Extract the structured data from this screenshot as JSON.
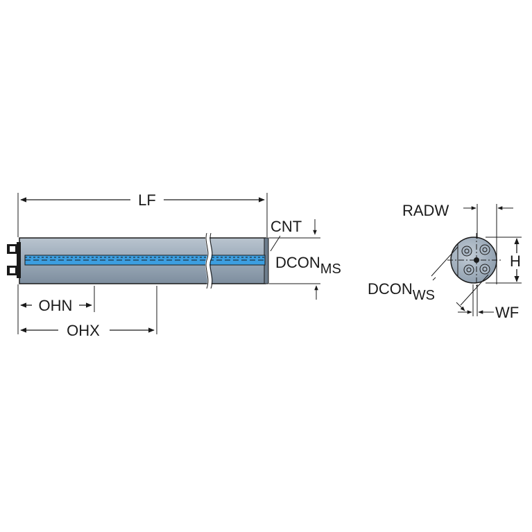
{
  "labels": {
    "lf": "LF",
    "cnt": "CNT",
    "dcon_ms_main": "DCON",
    "dcon_ms_sub": "MS",
    "ohn": "OHN",
    "ohx": "OHX",
    "radw": "RADW",
    "h": "H",
    "dcon_ws_main": "DCON",
    "dcon_ws_sub": "WS",
    "wf": "WF"
  },
  "colors": {
    "body_fill": "#9aa9b8",
    "body_light": "#b9c4cf",
    "body_shadow": "#7e8e9e",
    "coolant_channel": "#3c9ee0",
    "line": "#1a1a1a"
  },
  "icons": {
    "coolant_plug": "hex-plug-icon",
    "screw": "screw-icon"
  }
}
